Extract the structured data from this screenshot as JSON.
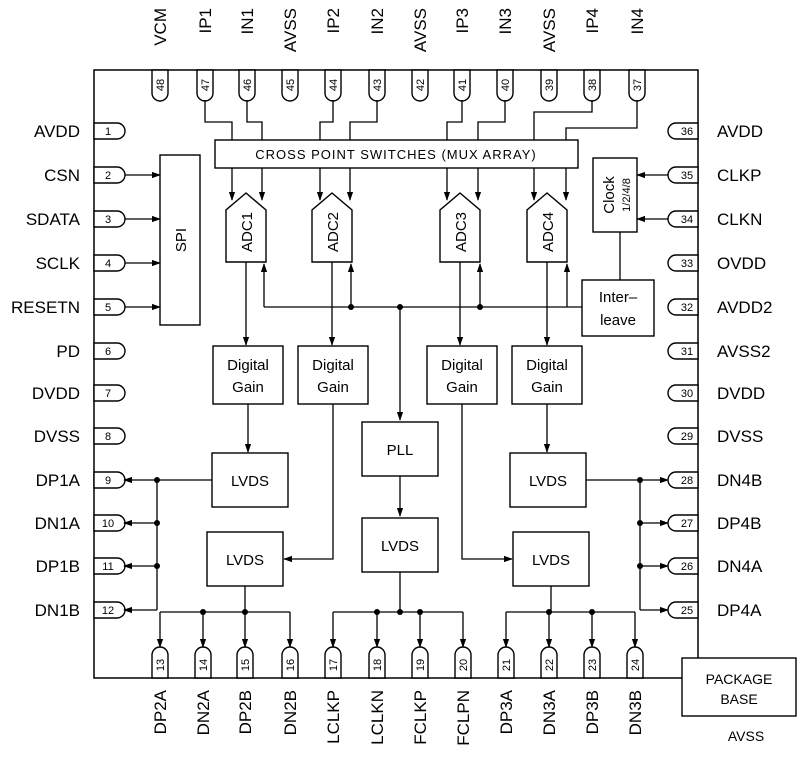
{
  "pins": {
    "top": [
      {
        "num": "48",
        "name": "VCM"
      },
      {
        "num": "47",
        "name": "IP1"
      },
      {
        "num": "46",
        "name": "IN1"
      },
      {
        "num": "45",
        "name": "AVSS"
      },
      {
        "num": "44",
        "name": "IP2"
      },
      {
        "num": "43",
        "name": "IN2"
      },
      {
        "num": "42",
        "name": "AVSS"
      },
      {
        "num": "41",
        "name": "IP3"
      },
      {
        "num": "40",
        "name": "IN3"
      },
      {
        "num": "39",
        "name": "AVSS"
      },
      {
        "num": "38",
        "name": "IP4"
      },
      {
        "num": "37",
        "name": "IN4"
      }
    ],
    "left": [
      {
        "num": "1",
        "name": "AVDD"
      },
      {
        "num": "2",
        "name": "CSN"
      },
      {
        "num": "3",
        "name": "SDATA"
      },
      {
        "num": "4",
        "name": "SCLK"
      },
      {
        "num": "5",
        "name": "RESETN"
      },
      {
        "num": "6",
        "name": "PD"
      },
      {
        "num": "7",
        "name": "DVDD"
      },
      {
        "num": "8",
        "name": "DVSS"
      },
      {
        "num": "9",
        "name": "DP1A"
      },
      {
        "num": "10",
        "name": "DN1A"
      },
      {
        "num": "11",
        "name": "DP1B"
      },
      {
        "num": "12",
        "name": "DN1B"
      }
    ],
    "right": [
      {
        "num": "36",
        "name": "AVDD"
      },
      {
        "num": "35",
        "name": "CLKP"
      },
      {
        "num": "34",
        "name": "CLKN"
      },
      {
        "num": "33",
        "name": "OVDD"
      },
      {
        "num": "32",
        "name": "AVDD2"
      },
      {
        "num": "31",
        "name": "AVSS2"
      },
      {
        "num": "30",
        "name": "DVDD"
      },
      {
        "num": "29",
        "name": "DVSS"
      },
      {
        "num": "28",
        "name": "DN4B"
      },
      {
        "num": "27",
        "name": "DP4B"
      },
      {
        "num": "26",
        "name": "DN4A"
      },
      {
        "num": "25",
        "name": "DP4A"
      }
    ],
    "bottom": [
      {
        "num": "13",
        "name": "DP2A"
      },
      {
        "num": "14",
        "name": "DN2A"
      },
      {
        "num": "15",
        "name": "DP2B"
      },
      {
        "num": "16",
        "name": "DN2B"
      },
      {
        "num": "17",
        "name": "LCLKP"
      },
      {
        "num": "18",
        "name": "LCLKN"
      },
      {
        "num": "19",
        "name": "FCLKP"
      },
      {
        "num": "20",
        "name": "FCLPN"
      },
      {
        "num": "21",
        "name": "DP3A"
      },
      {
        "num": "22",
        "name": "DN3A"
      },
      {
        "num": "23",
        "name": "DP3B"
      },
      {
        "num": "24",
        "name": "DN3B"
      }
    ]
  },
  "blocks": {
    "mux": "CROSS POINT SWITCHES (MUX ARRAY)",
    "spi": "SPI",
    "adcs": [
      "ADC1",
      "ADC2",
      "ADC3",
      "ADC4"
    ],
    "digital_gain_line1": "Digital",
    "digital_gain_line2": "Gain",
    "lvds": "LVDS",
    "pll": "PLL",
    "clock_line1": "Clock",
    "clock_line2": "1/2/4/8",
    "interleave_line1": "Inter–",
    "interleave_line2": "leave",
    "package_base_line1": "PACKAGE",
    "package_base_line2": "BASE",
    "package_base_pin": "AVSS"
  }
}
